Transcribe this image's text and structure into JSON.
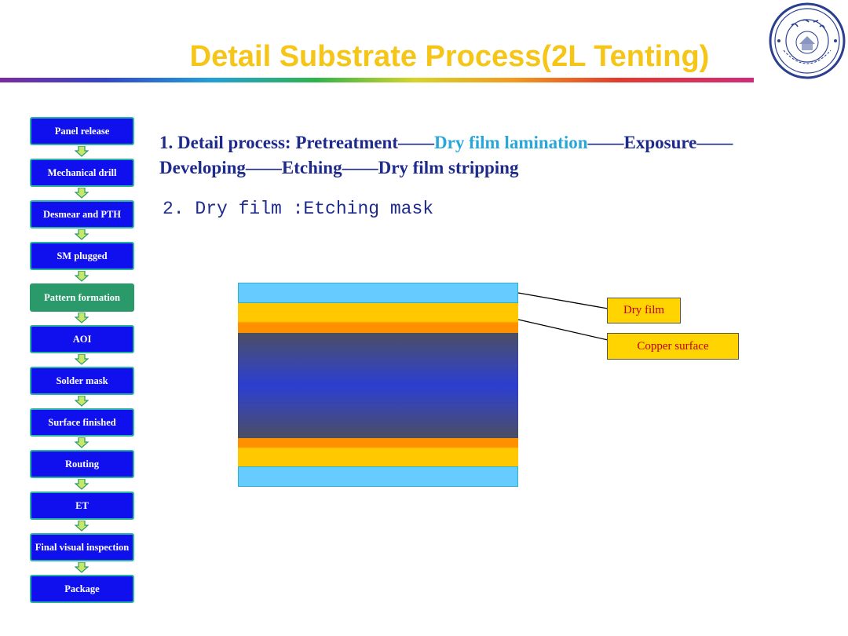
{
  "title": "Detail Substrate Process(2L Tenting)",
  "flow": [
    {
      "label": "Panel release",
      "active": false
    },
    {
      "label": "Mechanical drill",
      "active": false
    },
    {
      "label": "Desmear and PTH",
      "active": false
    },
    {
      "label": "SM plugged",
      "active": false
    },
    {
      "label": "Pattern formation",
      "active": true
    },
    {
      "label": "AOI",
      "active": false
    },
    {
      "label": "Solder mask",
      "active": false
    },
    {
      "label": "Surface finished",
      "active": false
    },
    {
      "label": "Routing",
      "active": false
    },
    {
      "label": "ET",
      "active": false
    },
    {
      "label": "Final visual inspection",
      "active": false
    },
    {
      "label": "Package",
      "active": false
    }
  ],
  "process": {
    "prefix": "1. Detail process: Pretreatment",
    "sep1": "——",
    "highlight": "Dry film lamination",
    "sep2": "——",
    "step3": "Exposure",
    "sep3": "——",
    "step4": "Developing",
    "sep4": "——",
    "step5": "Etching",
    "sep5": "——",
    "step6": "Dry film stripping"
  },
  "note": "2. Dry film :Etching mask",
  "callouts": {
    "dry_film": "Dry film",
    "copper_surface": "Copper surface"
  },
  "colors": {
    "title": "#F5C518",
    "flow_box": "#1010ee",
    "flow_active": "#2a9a6a",
    "dry_film_layer": "#66ccff",
    "copper_layer": "#FFC800",
    "copper_edge": "#FF9100",
    "core_center": "#2b3ed0",
    "core_edge": "#4a4e62",
    "callout_fill": "#FFD400",
    "callout_text": "#c0001a"
  },
  "logo": {
    "text": "UNIVERSITAS AMOIENSIS"
  }
}
